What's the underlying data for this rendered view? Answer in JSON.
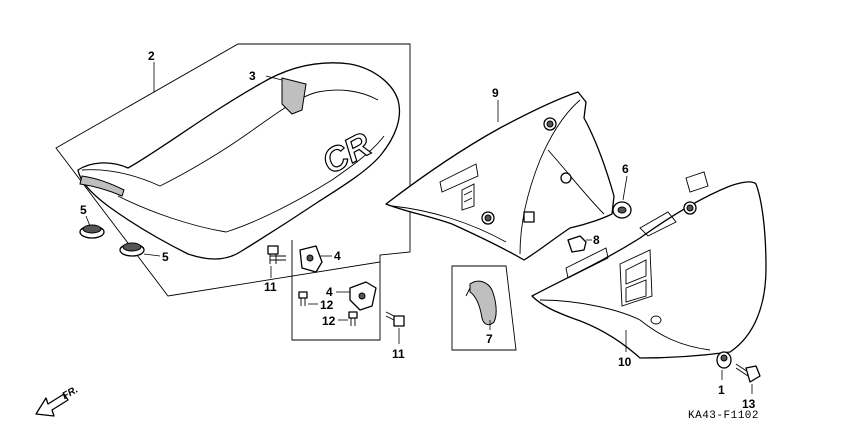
{
  "diagram": {
    "labels": {
      "seat": "2",
      "seat_strap": "3",
      "seat_cushion_left": "5",
      "seat_cushion_right": "5",
      "bracket_upper": "4",
      "bracket_lower": "4",
      "bolt_left": "11",
      "bolt_center": "11",
      "bolt_upper": "12",
      "bolt_lower": "12",
      "side_cover_right": "9",
      "rubber_grommet": "6",
      "clip": "8",
      "wire_clamp": "7",
      "side_cover_left": "10",
      "collar": "1",
      "screw": "13"
    },
    "seat_logo": "CR",
    "direction_label": "FR.",
    "drawing_code": "KA43-F1102"
  }
}
